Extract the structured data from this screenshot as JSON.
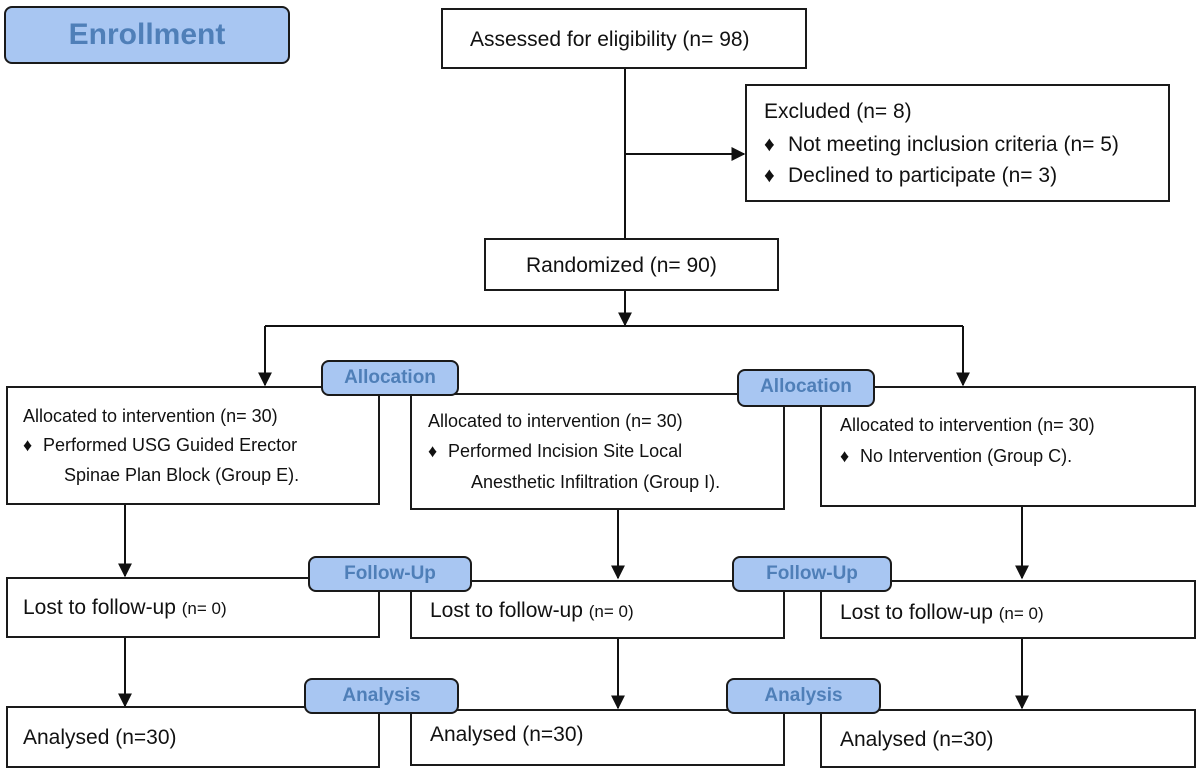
{
  "enrollment": {
    "label": "Enrollment",
    "assessed": "Assessed for eligibility (n= 98)",
    "excluded": {
      "title": "Excluded (n= 8)",
      "items": [
        "Not meeting inclusion criteria (n= 5)",
        "Declined to participate (n= 3)"
      ]
    },
    "randomized": "Randomized (n= 90)"
  },
  "stage_labels": {
    "allocation": "Allocation",
    "follow_up": "Follow-Up",
    "analysis": "Analysis"
  },
  "bullet_glyph": "♦",
  "groups": [
    {
      "allocated": "Allocated to intervention (n= 30)",
      "detail_line1": "Performed USG Guided Erector",
      "detail_line2": "Spinae Plan Block (Group E).",
      "lost_prefix": "Lost to follow-up ",
      "lost_n": "(n= 0)",
      "analysed": "Analysed (n=30)"
    },
    {
      "allocated": "Allocated to intervention (n= 30)",
      "detail_line1": "Performed Incision Site Local",
      "detail_line2": "Anesthetic Infiltration (Group I).",
      "lost_prefix": "Lost to follow-up ",
      "lost_n": "(n= 0)",
      "analysed": "Analysed (n=30)"
    },
    {
      "allocated": "Allocated to intervention (n= 30)",
      "detail_line1": "No Intervention (Group C).",
      "detail_line2": "",
      "lost_prefix": "Lost to follow-up ",
      "lost_n": "(n= 0)",
      "analysed": "Analysed (n=30)"
    }
  ]
}
